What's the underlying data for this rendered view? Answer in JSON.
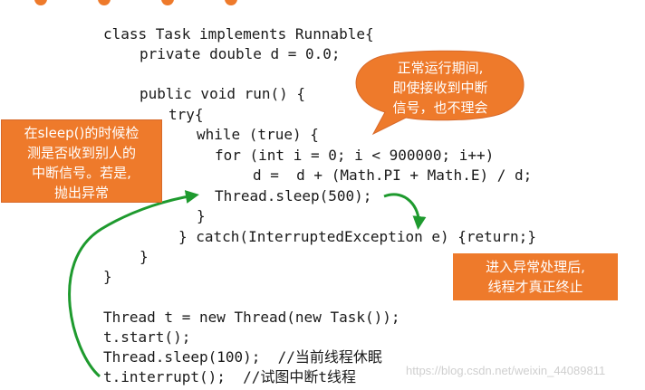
{
  "code": [
    "class Task implements Runnable{",
    "private double d = 0.0;",
    "public void run() {",
    "try{",
    "while (true) {",
    "for (int i = 0; i < 900000; i++)",
    "d =  d + (Math.PI + Math.E) / d;",
    "Thread.sleep(500);",
    "}",
    "} catch(InterruptedException e) {return;}",
    "}",
    "}",
    "Thread t = new Thread(new Task());",
    "t.start();",
    "Thread.sleep(100);  //当前线程休眠",
    "t.interrupt();  //试图中断t线程"
  ],
  "callouts": {
    "left": [
      "在sleep()的时候检",
      "测是否收到别人的",
      "中断信号。若是,",
      "抛出异常"
    ],
    "bubble": [
      "正常运行期间,",
      "即使接收到中断",
      "信号，也不理会"
    ],
    "right": [
      "进入异常处理后,",
      "线程才真正终止"
    ]
  },
  "watermark": "https://blog.csdn.net/weixin_44089811",
  "colors": {
    "callout": "#ee7a2b",
    "arrow": "#1e9a2e",
    "text": "#1a1a1a"
  }
}
